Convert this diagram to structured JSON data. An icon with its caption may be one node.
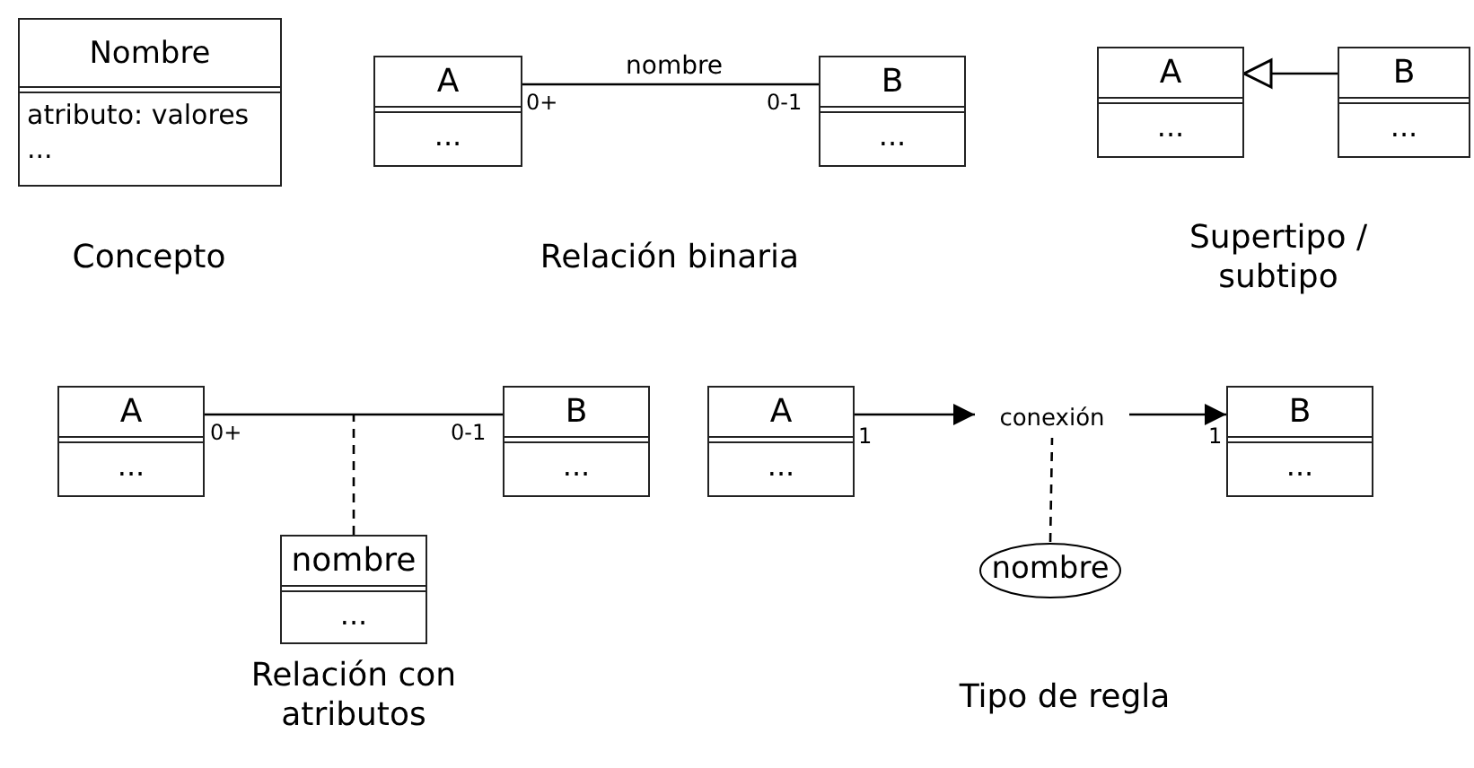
{
  "diagram": {
    "nodes": [
      {
        "text": [
          "Nombre",
          "atributo: valores",
          "..."
        ]
      },
      {
        "text": [
          "A",
          "..."
        ]
      },
      {
        "text": [
          "B",
          "..."
        ]
      },
      {
        "text": [
          "A",
          "..."
        ]
      },
      {
        "text": [
          "B",
          "..."
        ]
      },
      {
        "text": [
          "A",
          "..."
        ]
      },
      {
        "text": [
          "B",
          "..."
        ]
      },
      {
        "text": [
          "nombre",
          "..."
        ]
      },
      {
        "text": [
          "A",
          "..."
        ]
      },
      {
        "text": [
          "conexión"
        ]
      },
      {
        "text": [
          "B",
          "..."
        ]
      },
      {
        "text": [
          "nombre"
        ]
      }
    ],
    "edges": [
      {
        "from": 1,
        "to": 2,
        "arrow": "none",
        "label": "nombre"
      },
      {
        "from": 4,
        "to": 3,
        "arrow": "to"
      },
      {
        "from": 5,
        "to": 6,
        "arrow": "none"
      },
      {
        "from": 7,
        "to": null,
        "arrow": "none",
        "style": "dashed"
      },
      {
        "from": 8,
        "to": 9,
        "arrow": "to"
      },
      {
        "from": 9,
        "to": 10,
        "arrow": "to"
      },
      {
        "from": 11,
        "to": 9,
        "arrow": "none",
        "style": "dashed"
      }
    ],
    "labels": [
      "0+",
      "0-1",
      "Concepto",
      "Relación binaria",
      "Supertipo / subtipo",
      "0+",
      "0-1",
      "1",
      "1",
      "Relación con atributos",
      "Tipo de regla"
    ]
  }
}
